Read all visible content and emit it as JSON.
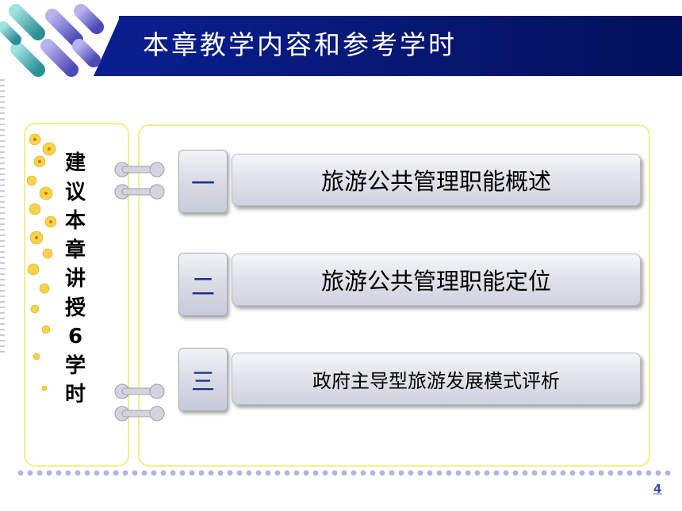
{
  "slide": {
    "title": "本章教学内容和参考学时",
    "side_note_chars": [
      "建",
      "议",
      "本",
      "章",
      "讲",
      "授",
      "6",
      "学",
      "时"
    ],
    "items": [
      {
        "number": "一",
        "text": "旅游公共管理职能概述"
      },
      {
        "number": "二",
        "text": "旅游公共管理职能定位"
      },
      {
        "number": "三",
        "text": "政府主导型旅游发展模式评析"
      }
    ],
    "page_number": "4"
  },
  "colors": {
    "header_blue": "#0a1f8f",
    "panel_border": "#f0f08a",
    "number_color": "#1a2f8a",
    "dots": "#b2b4e6"
  }
}
